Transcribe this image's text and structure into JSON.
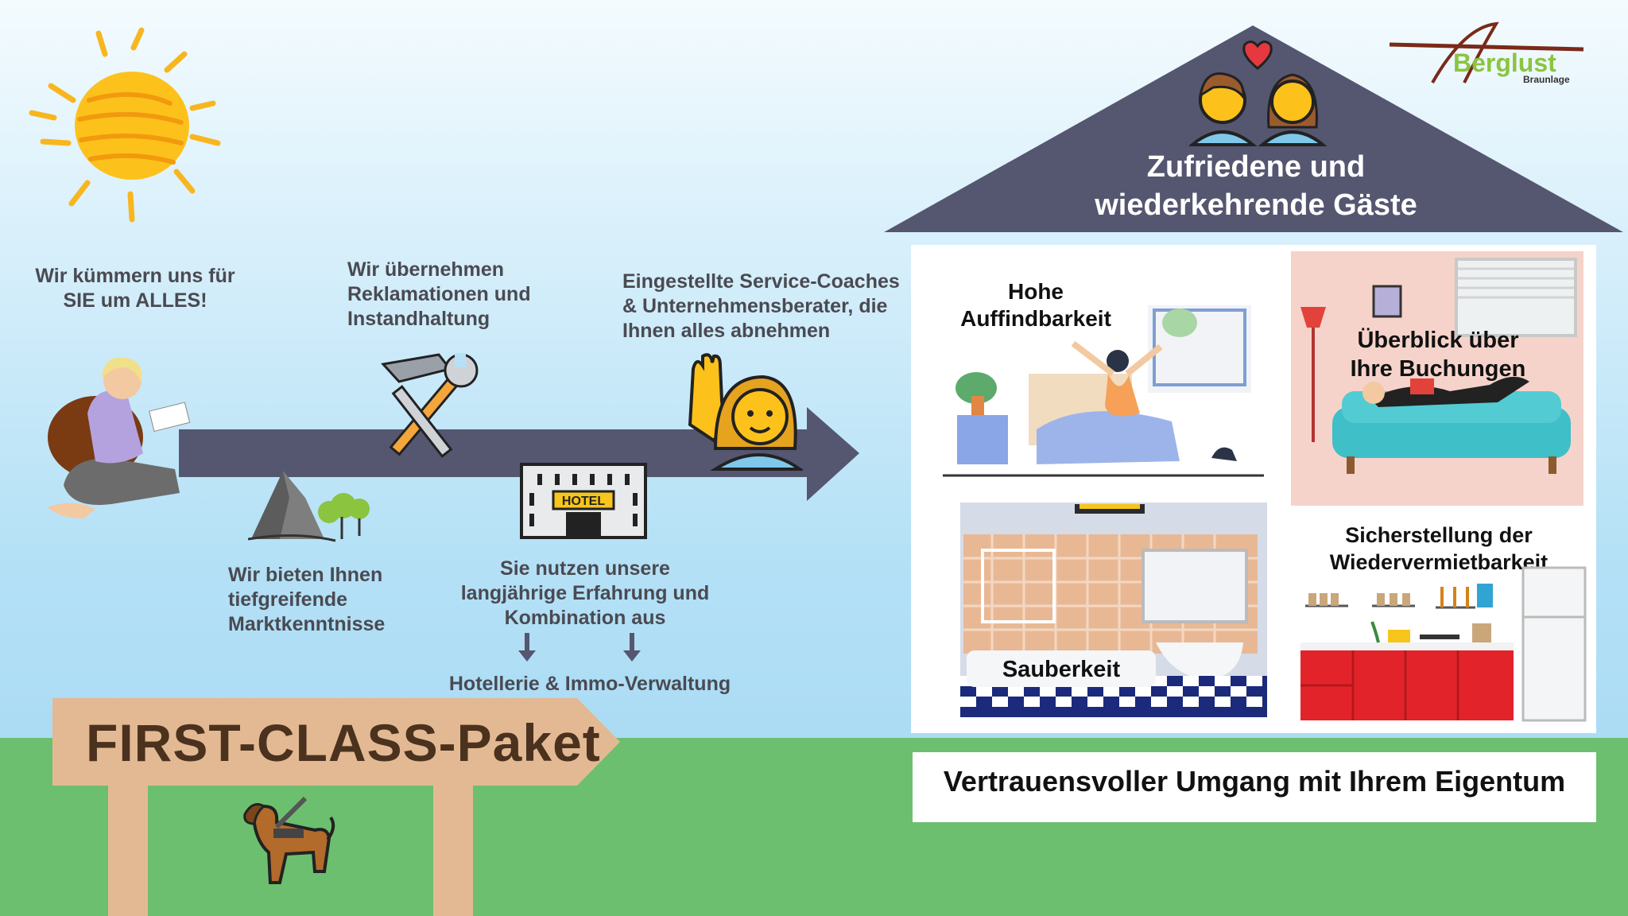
{
  "sky": {
    "intro": [
      "Wir kümmern uns für",
      "SIE um ALLES!"
    ]
  },
  "steps": {
    "repairs": [
      "Wir übernehmen",
      "Reklamationen und",
      "Instandhaltung"
    ],
    "coaches": [
      "Eingestellte Service-Coaches",
      "& Unternehmensberater, die",
      "Ihnen alles abnehmen"
    ],
    "market": [
      "Wir bieten Ihnen",
      "tiefgreifende",
      "Marktkenntnisse"
    ],
    "experience": [
      "Sie nutzen unsere",
      "langjährige Erfahrung und",
      "Kombination aus"
    ],
    "combo": "Hotellerie & Immo-Verwaltung",
    "hotel_sign": "HOTEL"
  },
  "house": {
    "roof_title": [
      "Zufriedene und",
      "wiederkehrende Gäste"
    ],
    "panels": {
      "findability": [
        "Hohe",
        "Auffindbarkeit"
      ],
      "overview": [
        "Überblick über",
        "Ihre Buchungen"
      ],
      "cleanliness": "Sauberkeit",
      "rentability": [
        "Sicherstellung der",
        "Wiedervermietbarkeit"
      ]
    },
    "footer": "Vertrauensvoller Umgang mit Ihrem Eigentum"
  },
  "sign": {
    "title": "FIRST-CLASS-Paket"
  },
  "logo": {
    "name": "Berglust",
    "place": "Braunlage"
  },
  "colors": {
    "arrow": "#555670",
    "roof": "#555670",
    "ground": "#6cbf6e",
    "sign": "#e3b993",
    "sign_text": "#4a321e",
    "logo_green": "#8bc43f"
  }
}
